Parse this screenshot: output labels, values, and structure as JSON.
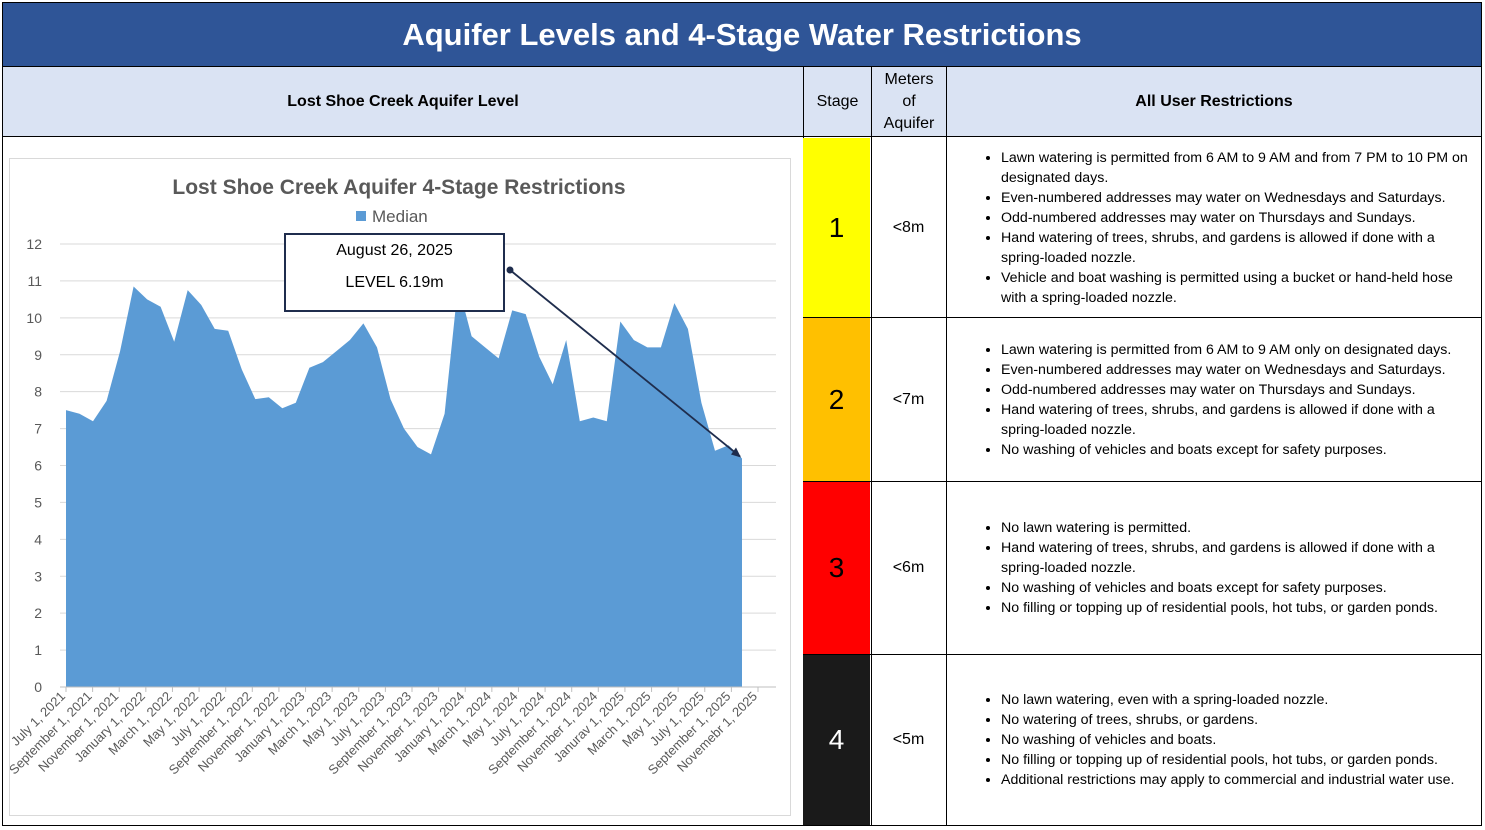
{
  "page_title": "Aquifer Levels and 4-Stage Water Restrictions",
  "headers": {
    "chart": "Lost Shoe Creek Aquifer Level",
    "stage": "Stage",
    "meters": "Meters of Aquifer",
    "restrictions": "All User Restrictions"
  },
  "stages": [
    {
      "number": "1",
      "meters": "<8m",
      "color": "#ffff00",
      "text_color": "#000000",
      "restrictions": [
        "Lawn watering is permitted from 6 AM to 9 AM and from 7 PM to 10 PM on designated days.",
        "Even-numbered addresses may water on Wednesdays and Saturdays.",
        "Odd-numbered addresses may water on Thursdays and Sundays.",
        "Hand watering of trees, shrubs, and gardens is allowed if done with a spring-loaded nozzle.",
        "Vehicle and boat washing is permitted using a bucket or hand-held hose with a spring-loaded nozzle."
      ]
    },
    {
      "number": "2",
      "meters": "<7m",
      "color": "#ffc000",
      "text_color": "#000000",
      "restrictions": [
        "Lawn watering is permitted from 6 AM to 9 AM only on designated days.",
        "Even-numbered addresses may water on Wednesdays and Saturdays.",
        "Odd-numbered addresses may water on Thursdays and Sundays.",
        "Hand watering of trees, shrubs, and gardens is allowed if done with a spring-loaded nozzle.",
        "No washing of vehicles and boats except for safety purposes."
      ]
    },
    {
      "number": "3",
      "meters": "<6m",
      "color": "#ff0000",
      "text_color": "#000000",
      "restrictions": [
        "No lawn watering is permitted.",
        "Hand watering of trees, shrubs, and gardens is allowed if done with a spring-loaded nozzle.",
        "No washing of vehicles and boats except for safety purposes.",
        "No filling or topping up of residential pools, hot tubs, or garden ponds."
      ]
    },
    {
      "number": "4",
      "meters": "<5m",
      "color": "#1a1a1a",
      "text_color": "#ffffff",
      "restrictions": [
        "No lawn watering, even with a spring-loaded nozzle.",
        "No watering of trees, shrubs, or gardens.",
        "No washing of vehicles and boats.",
        "No filling or topping up of residential pools, hot tubs, or garden ponds.",
        "Additional restrictions may apply to commercial and industrial water use."
      ]
    }
  ],
  "callout": {
    "date": "August 26, 2025",
    "level": "LEVEL 6.19m"
  },
  "chart_data": {
    "type": "area",
    "title": "Lost Shoe Creek Aquifer 4-Stage Restrictions",
    "legend": "top",
    "grid": true,
    "ylim": [
      0,
      12
    ],
    "yticks": [
      0,
      1,
      2,
      3,
      4,
      5,
      6,
      7,
      8,
      9,
      10,
      11,
      12
    ],
    "tick_labels": [
      "July 1, 2021",
      "September 1, 2021",
      "November 1, 2021",
      "January 1, 2022",
      "March 1, 2022",
      "May 1, 2022",
      "July 1, 2022",
      "September 1, 2022",
      "November 1, 2022",
      "January 1, 2023",
      "March 1, 2023",
      "May 1, 2023",
      "July 1, 2023",
      "September 1, 2023",
      "November 1, 2023",
      "January 1, 2024",
      "March 1, 2024",
      "May 1, 2024",
      "July 1, 2024",
      "September 1, 2024",
      "November 1, 2024",
      "Janurav 1, 2025",
      "March 1, 2025",
      "May 1, 2025",
      "July 1, 2025",
      "September 1, 2025",
      "Novemebr 1, 2025"
    ],
    "color": "#5b9bd5",
    "series": [
      {
        "name": "Median",
        "values": [
          7.5,
          7.4,
          7.2,
          7.75,
          9.1,
          10.85,
          10.5,
          10.3,
          9.35,
          10.75,
          10.35,
          9.7,
          9.65,
          8.6,
          7.8,
          7.85,
          7.55,
          7.7,
          8.65,
          8.8,
          9.1,
          9.4,
          9.85,
          9.2,
          7.8,
          7.0,
          6.5,
          6.3,
          7.4,
          10.9,
          9.5,
          9.2,
          8.9,
          10.2,
          10.1,
          8.95,
          8.2,
          9.4,
          7.2,
          7.3,
          7.2,
          9.9,
          9.4,
          9.2,
          9.2,
          10.4,
          9.7,
          7.7,
          6.4,
          6.55,
          6.19
        ]
      }
    ]
  }
}
